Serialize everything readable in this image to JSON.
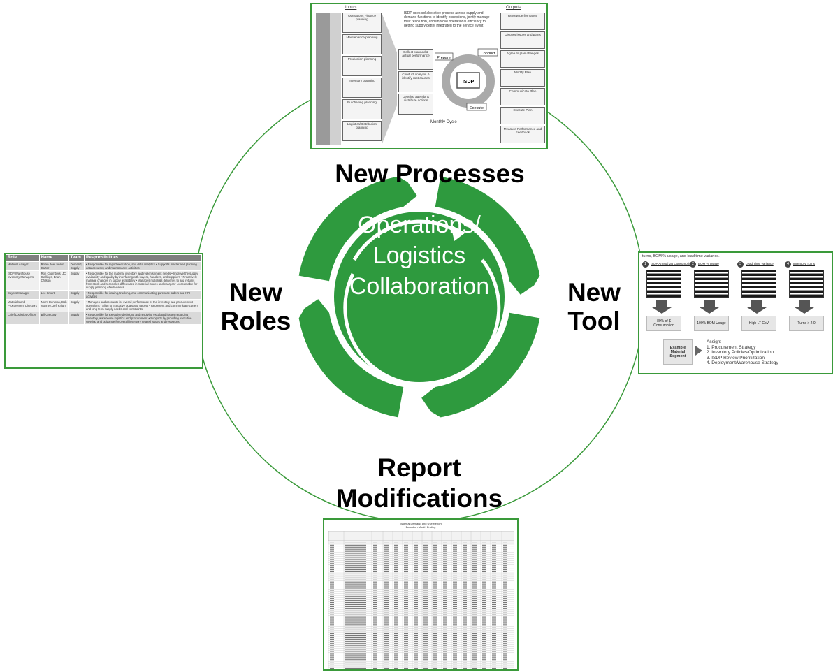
{
  "center": {
    "lines": [
      "Operations/",
      "Logistics",
      "Collaboration"
    ],
    "fill": "#2e9a3e",
    "text_color": "#ffffff"
  },
  "labels": {
    "top": "New Processes",
    "left": [
      "New",
      "Roles"
    ],
    "right": [
      "New",
      "Tool"
    ],
    "bottom": [
      "Report",
      "Modifications"
    ]
  },
  "thumb_process": {
    "inputs_header": "Inputs",
    "outputs_header": "Outputs",
    "intro": "ISDP uses collaborative process across supply and demand functions to identify exceptions, jointly manage their resolution, and improve operational efficiency to getting supply better integrated to the service event",
    "inputs": [
      "Operations Finance planning",
      "Maintenance planning",
      "Production planning",
      "Inventory planning",
      "Purchasing planning",
      "Logistics/Distribution planning"
    ],
    "middle": [
      "Collect planned & actual performance",
      "Conduct analysis & identify root causes",
      "Develop agenda & distribute actions"
    ],
    "cycle_center": "ISDP",
    "cycle_steps": [
      "Prepare",
      "Conduct",
      "Execute"
    ],
    "outputs": [
      "Review performance",
      "Discuss issues and plans",
      "Agree to plan changes",
      "Modify Plan",
      "Communicate Plan",
      "Execute Plan",
      "Measure Performance and Feedback"
    ],
    "footer": "Monthly Cycle"
  },
  "thumb_roles": {
    "headers": [
      "Role",
      "Name",
      "Team",
      "Responsibilities"
    ],
    "rows": [
      {
        "role": "Material Analyst",
        "name": "Robin Bee, Helen Carter",
        "team": "Demand, Supply",
        "resp": "• Responsible for report execution, and data analytics • Supports master and planning data accuracy and maintenance activities"
      },
      {
        "role": "ISDP/Warehouse Inventory Managers",
        "name": "Ron Chambers, JC Stallings, Brian Chilson",
        "team": "Supply",
        "resp": "• Responsible for the material inventory and replenishment needs • Improve the supply availability and quality by interfacing with buyers, handlers, and suppliers • Proactively manage changes in supply availability • Manages materials deliveries to and returns from stock and reconciles differences in material issues and charges • Accountable for supply planning effectiveness"
      },
      {
        "role": "Buyers Manager",
        "name": "Lee Smart",
        "team": "Supply",
        "resp": "• Responsible for issuing, tracking, and communicating purchase orders and KPI activities"
      },
      {
        "role": "Materials and Procurement Directors",
        "name": "Norm Denman, Bob Nunney, Jeff Knight",
        "team": "Supply",
        "resp": "• Manages and accounts for overall performance of the inventory and procurement operations • Align to executive goals and targets • Represent and communicate current and long term supply needs and constraints"
      },
      {
        "role": "Chief Logistics Officer",
        "name": "Bill Gregory",
        "team": "Supply",
        "resp": "• Responsible for executive decisions and resolving escalated issues regarding inventory, warehouse logistics and procurement • Supports by providing executive steering and guidance for overall inventory related issues and resources"
      }
    ]
  },
  "thumb_tool": {
    "top_text": "turns, BOM % usage, and lead time variance.",
    "steps": [
      {
        "num": "1",
        "title": "ISDP Annual 2B Consumption",
        "result": "80% of $ Consumption"
      },
      {
        "num": "2",
        "title": "BOM % Usage",
        "result": "100% BOM Usage"
      },
      {
        "num": "3",
        "title": "Lead Time Variance",
        "result": "High LT CoV"
      },
      {
        "num": "4",
        "title": "Inventory Turns",
        "result": "Turns > 2.0"
      }
    ],
    "segment_label": "Example Material Segment",
    "assign_title": "Assign:",
    "assign_items": [
      "1.  Procurement Strategy",
      "2.  Inventory Policies/Optimization",
      "3.  ISDP Review Prioritization",
      "4.  Deployment/Warehouse Strategy"
    ]
  },
  "thumb_report": {
    "title_line1": "Material Demand and Use Report",
    "title_line2": "Based on Month Ending"
  },
  "colors": {
    "green": "#2e9a3e",
    "thin_line": "#3a9a3a",
    "thumb_border": "#3a9a3a",
    "header_fill": "#7f7f7f"
  }
}
